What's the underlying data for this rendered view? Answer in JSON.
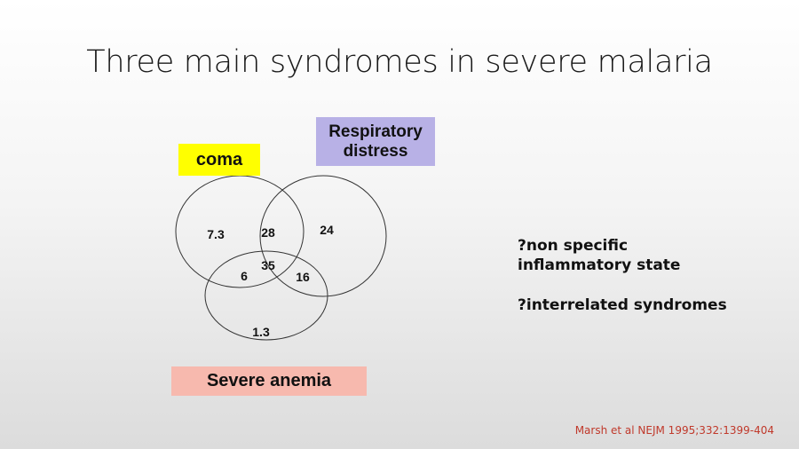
{
  "slide": {
    "title": "Three main syndromes in severe malaria",
    "sets": {
      "coma": "coma",
      "respiratory_distress": "Respiratory distress",
      "severe_anemia": "Severe anemia"
    },
    "regions": {
      "coma_only": "7.3",
      "coma_and_respiratory": "28",
      "respiratory_only": "24",
      "all_three": "35",
      "coma_and_anemia": "6",
      "respiratory_and_anemia": "16",
      "anemia_only": "1.3"
    },
    "notes": [
      "?non specific inflammatory state",
      "?interrelated syndromes"
    ],
    "citation": "Marsh et al NEJM 1995;332:1399-404"
  },
  "colors": {
    "coma": "#ffff00",
    "respiratory_distress": "#b8b1e6",
    "severe_anemia": "#f7b9ae",
    "citation": "#c0392b"
  }
}
